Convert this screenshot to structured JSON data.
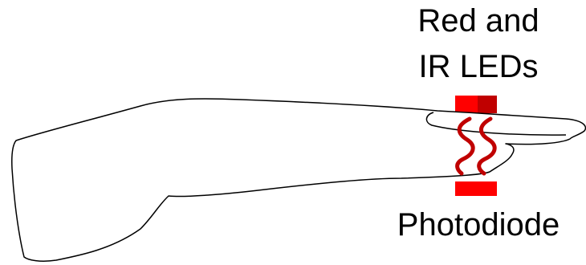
{
  "labels": {
    "emitter_line1": "Red and",
    "emitter_line2": "IR LEDs",
    "detector": "Photodiode"
  },
  "colors": {
    "led_red": "#ff0000",
    "led_ir": "#c00000",
    "light_wave": "#c00000",
    "photodiode": "#ff0000",
    "outline": "#000000"
  }
}
